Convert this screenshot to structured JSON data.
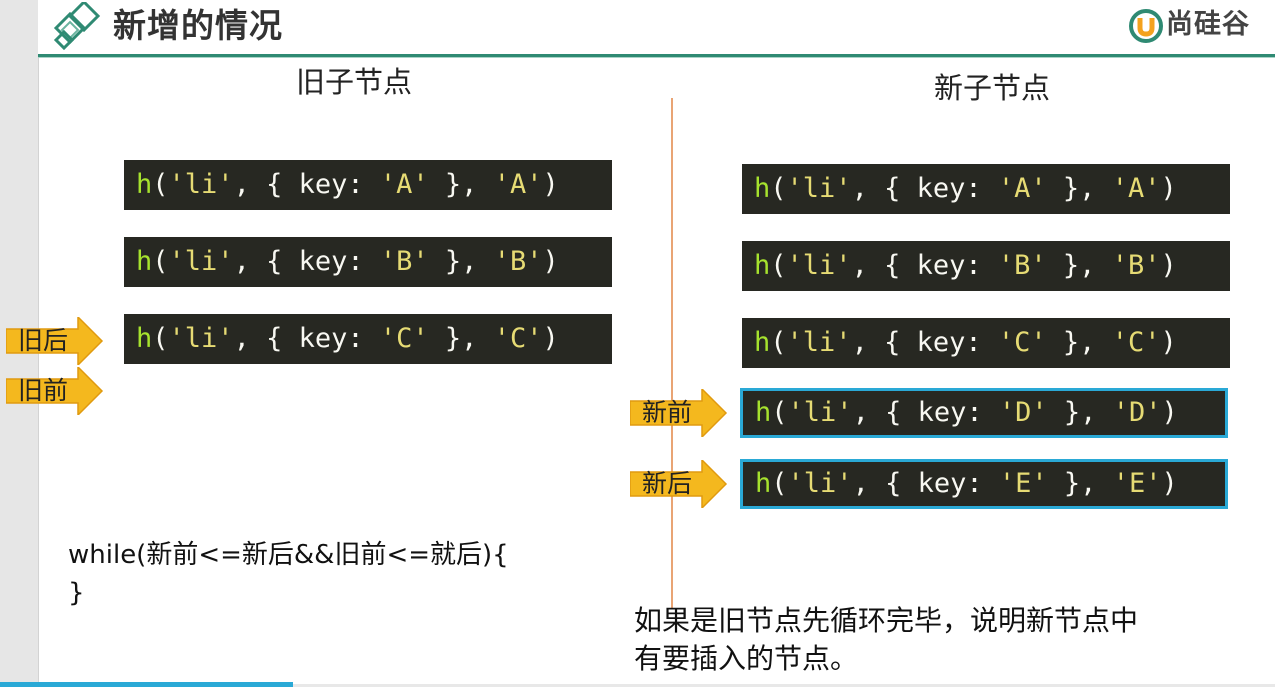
{
  "slide": {
    "title": "新增的情况",
    "brand": "尚硅谷",
    "left_heading": "旧子节点",
    "right_heading": "新子节点"
  },
  "old_nodes": [
    {
      "fn": "h",
      "tag": "'li'",
      "key": "'A'",
      "text": "'A'"
    },
    {
      "fn": "h",
      "tag": "'li'",
      "key": "'B'",
      "text": "'B'"
    },
    {
      "fn": "h",
      "tag": "'li'",
      "key": "'C'",
      "text": "'C'"
    }
  ],
  "new_nodes": [
    {
      "fn": "h",
      "tag": "'li'",
      "key": "'A'",
      "text": "'A'"
    },
    {
      "fn": "h",
      "tag": "'li'",
      "key": "'B'",
      "text": "'B'"
    },
    {
      "fn": "h",
      "tag": "'li'",
      "key": "'C'",
      "text": "'C'"
    },
    {
      "fn": "h",
      "tag": "'li'",
      "key": "'D'",
      "text": "'D'"
    },
    {
      "fn": "h",
      "tag": "'li'",
      "key": "'E'",
      "text": "'E'"
    }
  ],
  "pointers": {
    "old_end": "旧后",
    "old_start": "旧前",
    "new_start": "新前",
    "new_end": "新后"
  },
  "loop": {
    "line1": "while(新前<=新后&&旧前<=就后){",
    "line2": "}"
  },
  "note": {
    "line1": "如果是旧节点先循环完毕，说明新节点中",
    "line2": "有要插入的节点。"
  },
  "video": {
    "progress": 0.23
  },
  "colors": {
    "accent": "#2f8a73",
    "code_bg": "#272822",
    "code_fn": "#a6e22e",
    "code_string": "#e6db74",
    "code_punct": "#f8f8f2",
    "highlight_border": "#2aa9d6",
    "pointer_fill": "#f4b81e",
    "divider": "#e9a474"
  },
  "icons": {
    "title_logo": "layered-diamond-logo-icon",
    "brand_mark": "brand-u-logo-icon",
    "pointer": "arrow-pointer-icon"
  }
}
